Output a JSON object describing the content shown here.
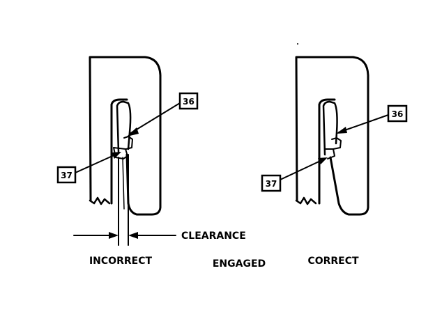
{
  "figure": {
    "left_panel": {
      "caption": "INCORRECT",
      "callout_top": "36",
      "callout_bottom": "37",
      "dimension_label": "CLEARANCE"
    },
    "right_panel": {
      "caption": "CORRECT",
      "callout_top": "36",
      "callout_bottom": "37"
    },
    "center_caption": "ENGAGED"
  }
}
